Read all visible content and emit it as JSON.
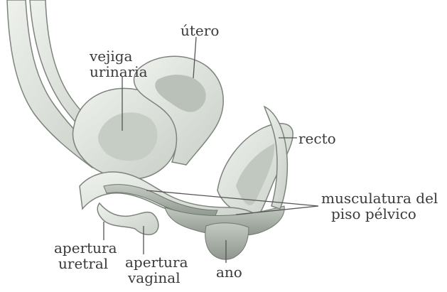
{
  "labels": {
    "utero": "útero",
    "vejiga_line1": "vejiga",
    "vejiga_line2": "urinaria",
    "recto": "recto",
    "musculatura_line1": "musculatura del",
    "musculatura_line2": "piso pélvico",
    "apertura_uretral_line1": "apertura",
    "apertura_uretral_line2": "uretral",
    "apertura_vaginal_line1": "apertura",
    "apertura_vaginal_line2": "vaginal",
    "ano": "ano"
  },
  "colors": {
    "tissue_fill": "#d6dcd4",
    "tissue_light": "#e9ede7",
    "tissue_dark": "#9aa39a",
    "outline": "#7c847c",
    "leader_line": "#555555",
    "text": "#3a3a3a"
  }
}
